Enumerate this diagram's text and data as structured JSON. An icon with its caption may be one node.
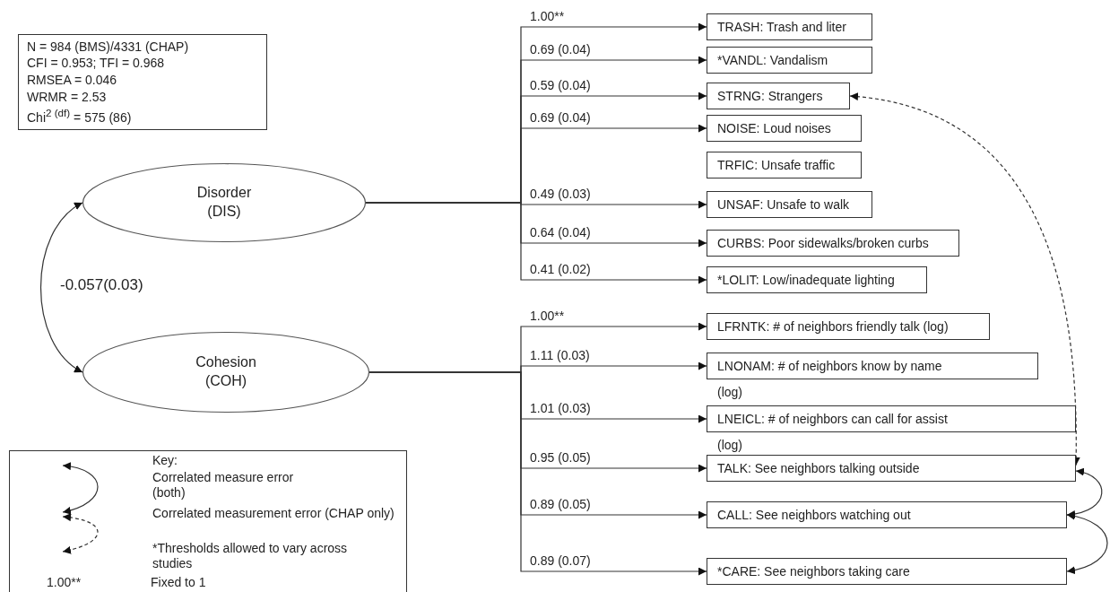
{
  "diagram": {
    "nodes": [
      {
        "text": [
          "Disorder (DIS)"
        ]
      },
      {
        "text": [
          "Cohesion (COH)"
        ]
      },
      {
        "text": [
          "TRASH: Trash and liter"
        ]
      },
      {
        "text": [
          "*VANDL: Vandalism"
        ]
      },
      {
        "text": [
          "STRNG: Strangers"
        ]
      },
      {
        "text": [
          "NOISE: Loud noises"
        ]
      },
      {
        "text": [
          "TRFIC: Unsafe traffic"
        ]
      },
      {
        "text": [
          "UNSAF: Unsafe to walk"
        ]
      },
      {
        "text": [
          "CURBS: Poor sidewalks/broken curbs"
        ]
      },
      {
        "text": [
          "*LOLIT: Low/inadequate lighting"
        ]
      },
      {
        "text": [
          "LFRNTK: # of neighbors friendly talk (log)"
        ]
      },
      {
        "text": [
          "LNONAM: # of neighbors know by name"
        ],
        "beside": [
          "(log)"
        ]
      },
      {
        "text": [
          "LNEICL: # of neighbors can call for assist"
        ],
        "beside": [
          "(log)"
        ]
      },
      {
        "text": [
          "TALK: See neighbors talking outside"
        ]
      },
      {
        "text": [
          "CALL: See neighbors watching out"
        ]
      },
      {
        "text": [
          "*CARE: See  neighbors taking care"
        ]
      }
    ],
    "edges": [
      {
        "from": 0,
        "to": 1,
        "arrow": "both",
        "label": "-0.057(0.03)"
      },
      {
        "from": 0,
        "to": 2,
        "arrow": "to",
        "label": "1.00**"
      },
      {
        "from": 0,
        "to": 3,
        "arrow": "to",
        "label": "0.69 (0.04)"
      },
      {
        "from": 0,
        "to": 4,
        "arrow": "to",
        "label": "0.59 (0.04)"
      },
      {
        "from": 0,
        "to": 5,
        "arrow": "to",
        "label": "0.69 (0.04)"
      },
      {
        "from": 0,
        "to": 7,
        "arrow": "to",
        "label": "0.49 (0.03)"
      },
      {
        "from": 0,
        "to": 8,
        "arrow": "to",
        "label": "0.64 (0.04)"
      },
      {
        "from": 0,
        "to": 9,
        "arrow": "to",
        "label": "0.41 (0.02)"
      },
      {
        "from": 1,
        "to": 10,
        "arrow": "to",
        "label": "1.00**"
      },
      {
        "from": 1,
        "to": 11,
        "arrow": "to",
        "label": "1.11 (0.03)"
      },
      {
        "from": 1,
        "to": 12,
        "arrow": "to",
        "label": "1.01 (0.03)"
      },
      {
        "from": 1,
        "to": 13,
        "arrow": "to",
        "label": "0.95 (0.05)"
      },
      {
        "from": 1,
        "to": 14,
        "arrow": "to",
        "label": "0.89 (0.05)"
      },
      {
        "from": 1,
        "to": 15,
        "arrow": "to",
        "label": "0.89 (0.07)"
      },
      {
        "from": 4,
        "to": 13,
        "arrow": "both",
        "style": "dashed"
      },
      {
        "from": 13,
        "to": 14,
        "arrow": "both"
      },
      {
        "from": 14,
        "to": 15,
        "arrow": "both"
      }
    ],
    "labels": [
      "N = 984 (BMS)/4331 (CHAP)",
      "CFI = 0.953; TFI = 0.968",
      "RMSEA = 0.046",
      "WRMR = 2.53",
      "Chi$^{2 (df)}$ = 575 (86)",
      "Key:",
      "*Thresholds allowed to vary across studies",
      "1.00**",
      "Fixed to 1"
    ],
    "legend": [
      {
        "text": "Correlated measure error (both)"
      },
      {
        "text": "Correlated measurement error (CHAP only)"
      }
    ]
  }
}
